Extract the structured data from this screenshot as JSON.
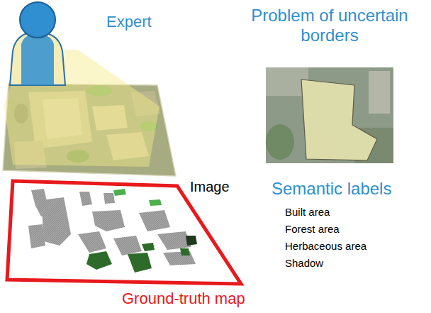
{
  "diagram": {
    "labels": [
      "Expert",
      "Problem of uncertain borders",
      "Image",
      "Semantic labels",
      "Built area",
      "Forest area",
      "Herbaceous area",
      "Shadow",
      "Ground-truth map"
    ]
  }
}
